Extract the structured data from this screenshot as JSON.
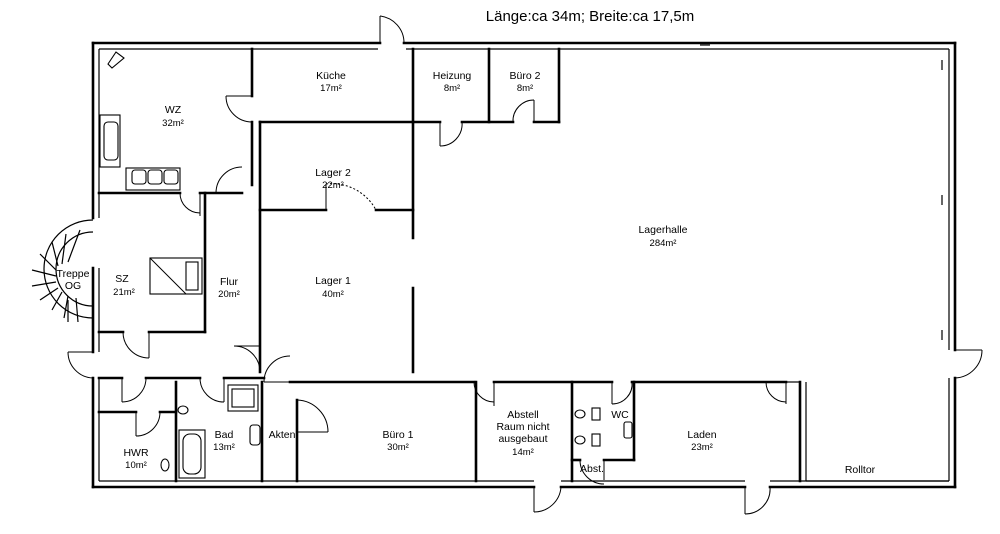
{
  "title": "Länge:ca 34m; Breite:ca 17,5m",
  "rooms": [
    {
      "id": "kueche",
      "name": "Küche",
      "area": "17m²"
    },
    {
      "id": "heizung",
      "name": "Heizung",
      "area": "8m²"
    },
    {
      "id": "buero2",
      "name": "Büro 2",
      "area": "8m²"
    },
    {
      "id": "wz",
      "name": "WZ",
      "area": "32m²"
    },
    {
      "id": "lager2",
      "name": "Lager 2",
      "area": "22m²"
    },
    {
      "id": "lagerhalle",
      "name": "Lagerhalle",
      "area": "284m²"
    },
    {
      "id": "sz",
      "name": "SZ",
      "area": "21m²"
    },
    {
      "id": "flur",
      "name": "Flur",
      "area": "20m²"
    },
    {
      "id": "lager1",
      "name": "Lager 1",
      "area": "40m²"
    },
    {
      "id": "hwr",
      "name": "HWR",
      "area": "10m²"
    },
    {
      "id": "bad",
      "name": "Bad",
      "area": "13m²"
    },
    {
      "id": "buero1",
      "name": "Büro 1",
      "area": "30m²"
    },
    {
      "id": "abstell",
      "name": "Abstell Raum nicht ausgebaut",
      "area": "14m²"
    },
    {
      "id": "laden",
      "name": "Laden",
      "area": "23m²"
    }
  ],
  "labels": {
    "treppe_line1": "Treppe",
    "treppe_line2": "OG",
    "akten": "Akten",
    "wc": "WC",
    "abst": "Abst.",
    "rolltor": "Rolltor",
    "abstell_line1": "Abstell",
    "abstell_line2": "Raum nicht",
    "abstell_line3": "ausgebaut"
  }
}
